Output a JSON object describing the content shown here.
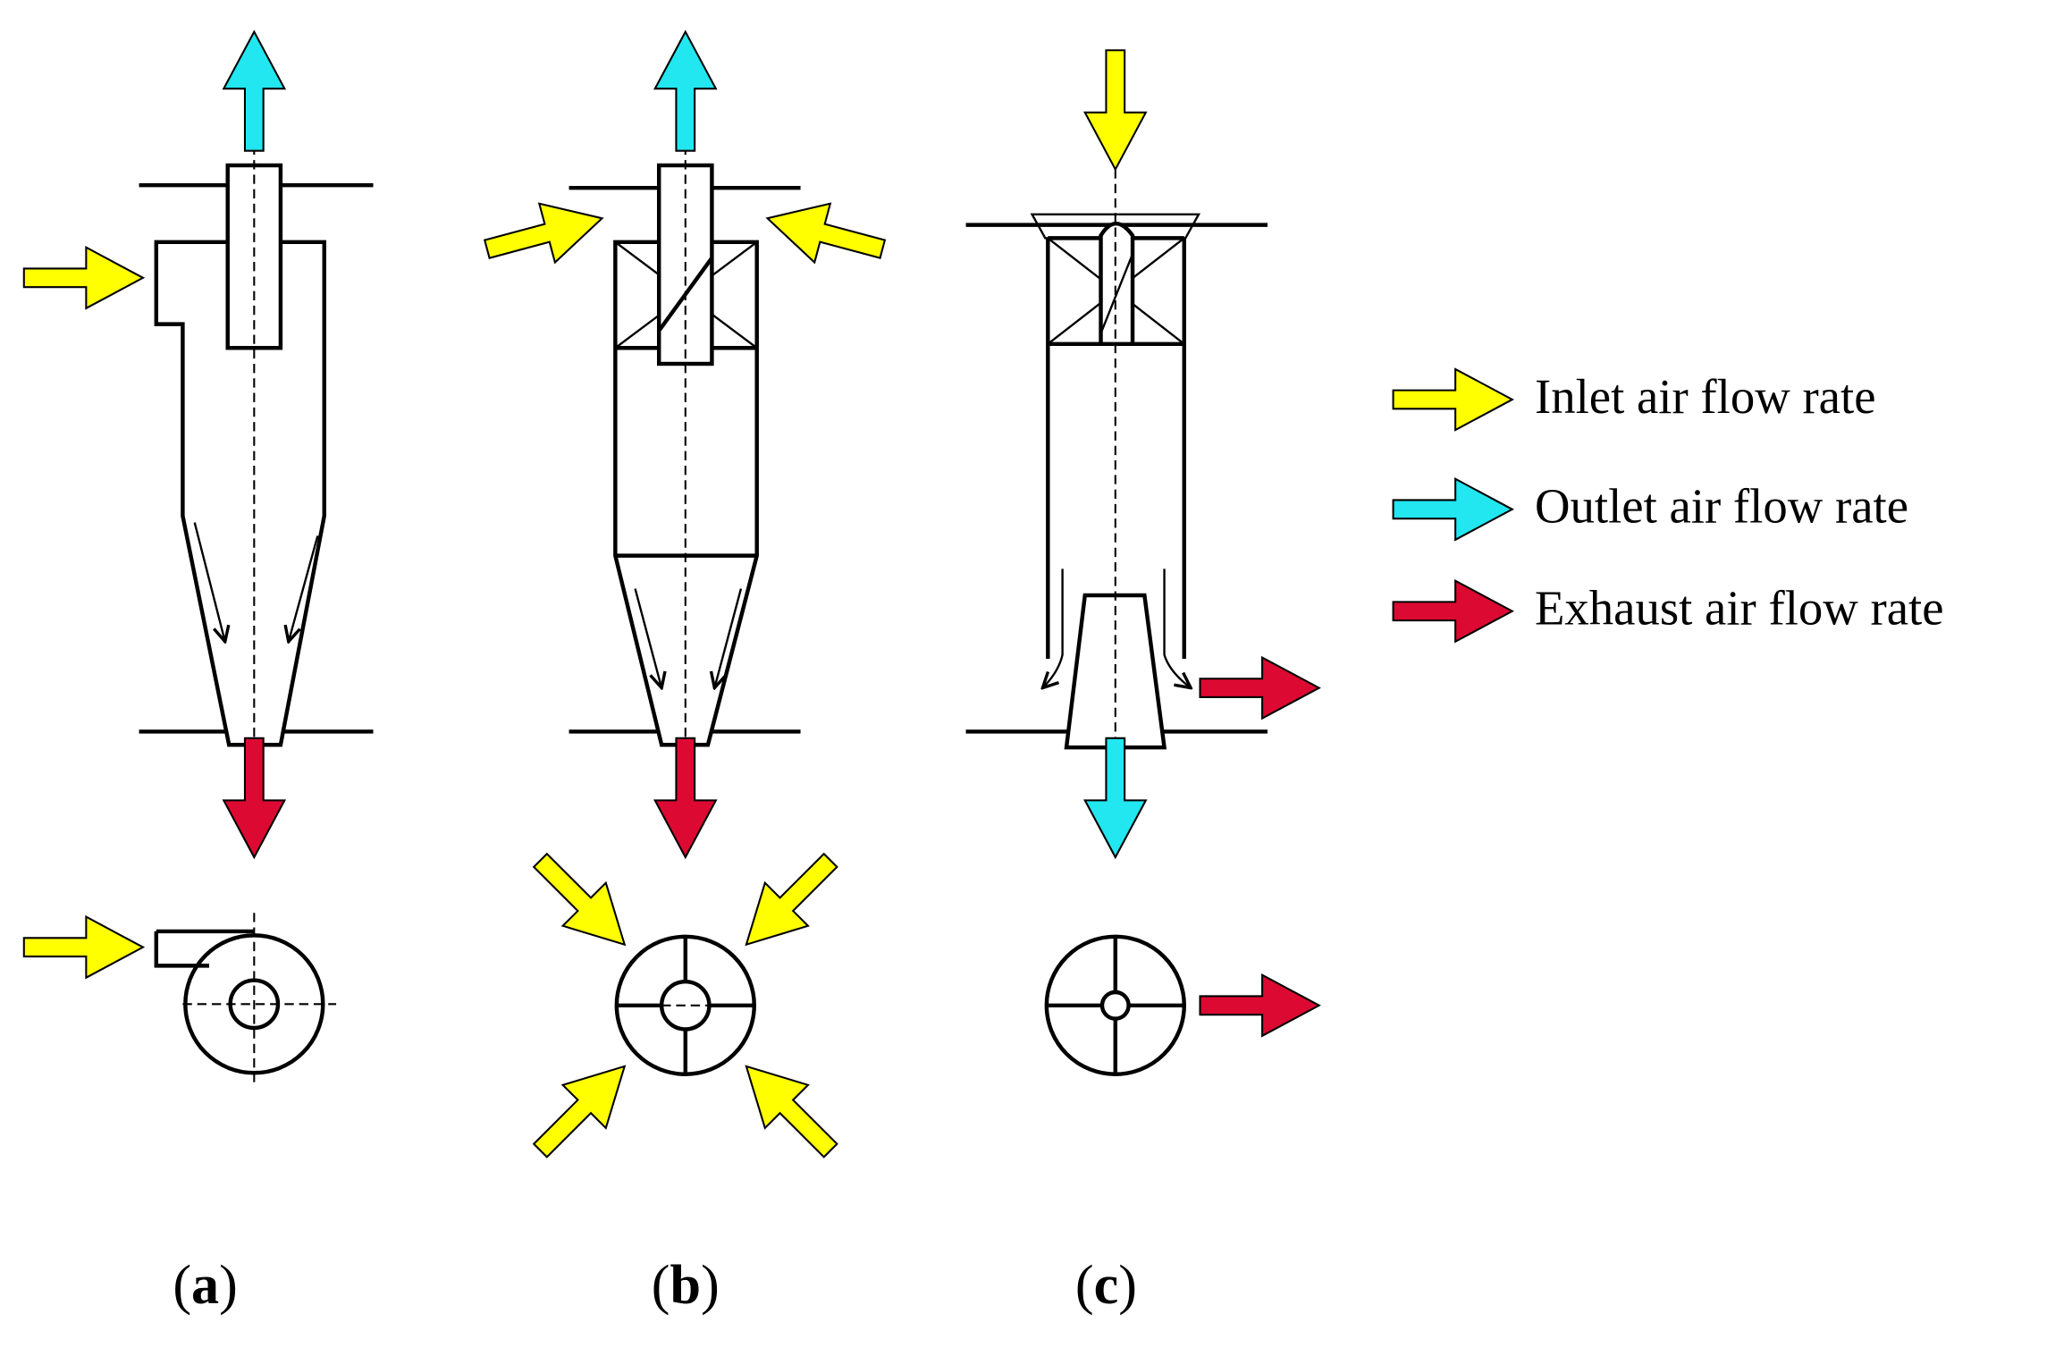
{
  "colors": {
    "inlet": "#ffff00",
    "outlet": "#22e6f0",
    "exhaust": "#dc0a32"
  },
  "legend": {
    "items": [
      {
        "label": "Inlet air flow rate",
        "color_key": "inlet",
        "icon": "yellow-arrow-icon"
      },
      {
        "label": "Outlet air flow rate",
        "color_key": "outlet",
        "icon": "cyan-arrow-icon"
      },
      {
        "label": "Exhaust air flow rate",
        "color_key": "exhaust",
        "icon": "red-arrow-icon"
      }
    ]
  },
  "panels": [
    {
      "id": "a",
      "caption_letter": "a",
      "open": "(",
      "close": ")"
    },
    {
      "id": "b",
      "caption_letter": "b",
      "open": "(",
      "close": ")"
    },
    {
      "id": "c",
      "caption_letter": "c",
      "open": "(",
      "close": ")"
    }
  ]
}
